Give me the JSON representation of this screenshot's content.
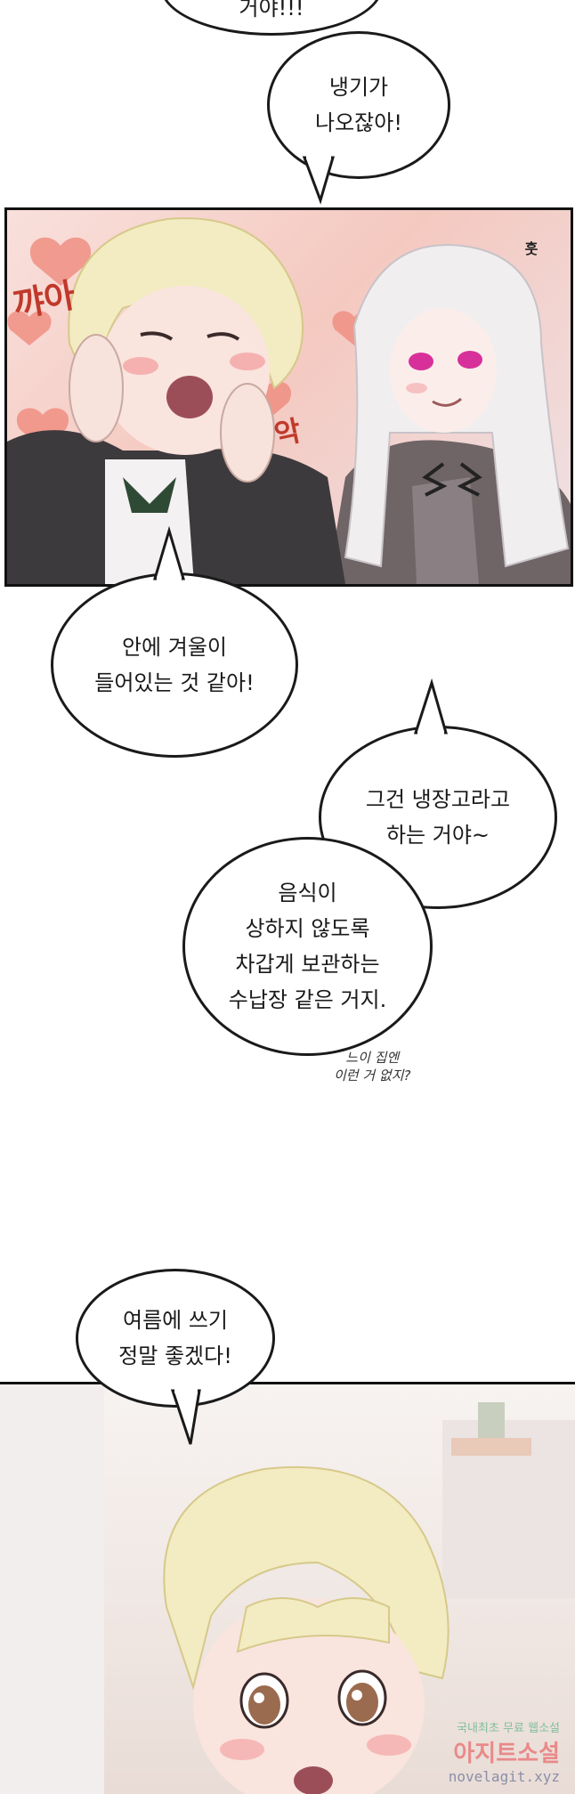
{
  "bubbles": {
    "top_partial": "거야!!!",
    "cold_air": "냉기가\n나오잖아!",
    "winter_inside": "안에 겨울이\n들어있는 것 같아!",
    "fridge": "그건 냉장고라고\n하는 거야~",
    "food_storage": "음식이\n상하지 않도록\n차갑게 보관하는\n수납장 같은 거지.",
    "summer": "여름에 쓰기\n정말 좋겠다!"
  },
  "side_note": "느이 집엔\n이런 거 없지?",
  "sfx": {
    "kyaa": "꺄아",
    "ak": "악",
    "hoot": "훗"
  },
  "watermark": {
    "line1": "국내최초 무료 웹소설",
    "line2": "아지트소설",
    "line3": "novelagit.xyz"
  },
  "colors": {
    "sfx_red": "#c0392b",
    "panel_bg": "#f6d8d2",
    "hair_blonde": "#f3ecc2",
    "hair_white": "#f1eef0",
    "eye_pink": "#d8309a"
  }
}
